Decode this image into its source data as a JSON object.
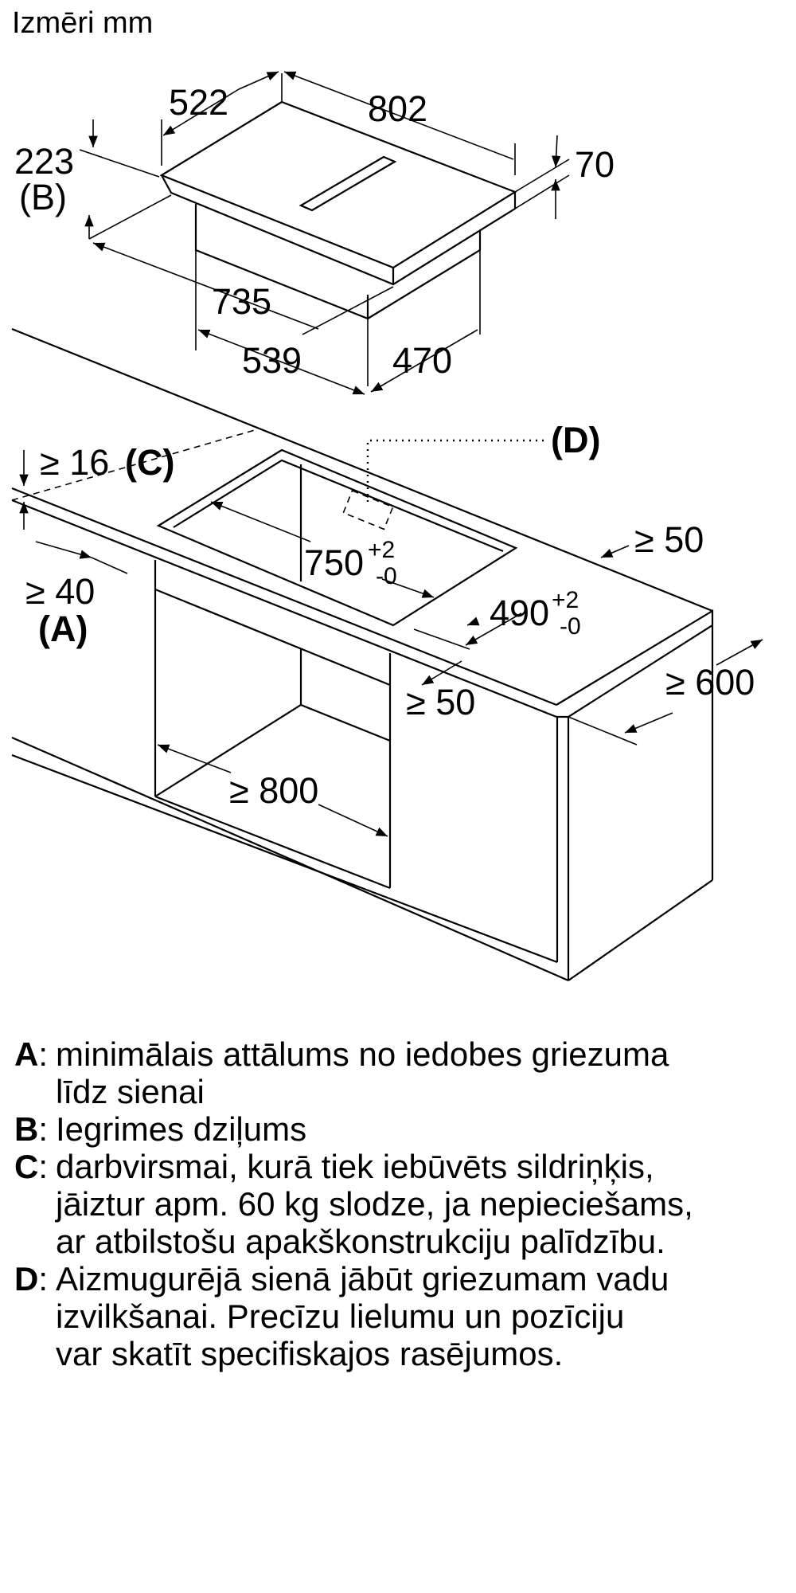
{
  "title": "Izmēri mm",
  "dimensions": {
    "d522": "522",
    "d802": "802",
    "d223": "223",
    "labelB": "(B)",
    "d70": "70",
    "d735": "735",
    "d539": "539",
    "d470": "470",
    "d16": "≥ 16",
    "labelC": "(C)",
    "labelD": "(D)",
    "d750": "750",
    "tolPlus": "+2",
    "tolMinus": "-0",
    "d490": "490",
    "d50a": "≥ 50",
    "d40": "≥ 40",
    "labelA": "(A)",
    "d600": "≥ 600",
    "d50b": "≥ 50",
    "d800": "≥ 800"
  },
  "legend": [
    {
      "key": "A",
      "lines": [
        "minimālais attālums no iedobes griezuma",
        "līdz sienai"
      ]
    },
    {
      "key": "B",
      "lines": [
        "Iegrimes dziļums"
      ]
    },
    {
      "key": "C",
      "lines": [
        "darbvirsmai, kurā tiek iebūvēts sildriņķis,",
        "jāiztur apm. 60 kg slodze, ja nepieciešams,",
        "ar atbilstošu apakškonstrukciju palīdzību."
      ]
    },
    {
      "key": "D",
      "lines": [
        "Aizmugurējā sienā jābūt griezumam vadu",
        "izvilkšanai. Precīzu lielumu un pozīciju",
        "var skatīt specifiskajos rasējumos."
      ]
    }
  ]
}
